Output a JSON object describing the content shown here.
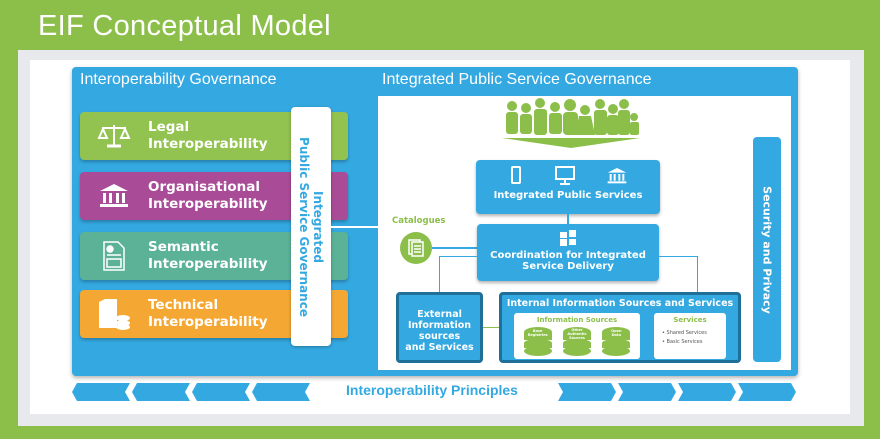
{
  "title": "EIF Conceptual Model",
  "left_header": "Interoperability Governance",
  "right_header": "Integrated Public Service Governance",
  "layers": [
    {
      "line1": "Legal",
      "line2": "Interoperability",
      "icon": "scales-icon",
      "color": "#92c24f"
    },
    {
      "line1": "Organisational",
      "line2": "Interoperability",
      "icon": "building-icon",
      "color": "#a94b97"
    },
    {
      "line1": "Semantic",
      "line2": "Interoperability",
      "icon": "document-icon",
      "color": "#5bb297"
    },
    {
      "line1": "Technical",
      "line2": "Interoperability",
      "icon": "server-icon",
      "color": "#f5a733"
    }
  ],
  "vertical_bar": {
    "line1": "Integrated",
    "line2": "Public Service Governance"
  },
  "integrated_public_services": "Integrated Public Services",
  "catalogues": "Catalogues",
  "coordination": {
    "line1": "Coordination for Integrated",
    "line2": "Service Delivery"
  },
  "external": {
    "line1": "External",
    "line2": "Information",
    "line3": "sources",
    "line4": "and Services"
  },
  "internal": {
    "title": "Internal Information Sources and Services",
    "info_sources_title": "Information Sources",
    "sources": [
      [
        "Base",
        "Registries"
      ],
      [
        "Other",
        "Authentic",
        "Sources"
      ],
      [
        "Open",
        "Data"
      ]
    ],
    "services_title": "Services",
    "services": [
      "Shared Services",
      "Basic Services"
    ]
  },
  "security": "Security and Privacy",
  "principles": "Interoperability Principles",
  "colors": {
    "blue": "#34a9e1",
    "green": "#8cbf4a",
    "dark_blue": "#1f6f99"
  }
}
